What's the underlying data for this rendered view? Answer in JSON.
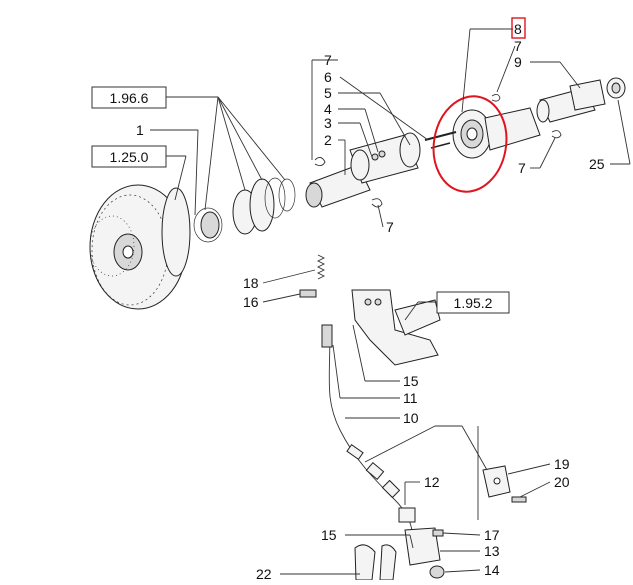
{
  "reference_boxes": [
    "1.96.6",
    "1.25.0",
    "1.95.2"
  ],
  "highlighted_callout": "8",
  "callouts": {
    "top_left_1": "1",
    "c7a": "7",
    "c6": "6",
    "c5": "5",
    "c4": "4",
    "c3": "3",
    "c2": "2",
    "c7b": "7",
    "c8": "8",
    "c7c": "7",
    "c9": "9",
    "c7d": "7",
    "c25": "25",
    "c18": "18",
    "c16": "16",
    "c15a": "15",
    "c11": "11",
    "c10": "10",
    "c19": "19",
    "c20": "20",
    "c12": "12",
    "c15b": "15",
    "c17": "17",
    "c13": "13",
    "c14": "14",
    "c22": "22"
  },
  "colors": {
    "highlight": "#e0141e",
    "line": "#333333"
  }
}
